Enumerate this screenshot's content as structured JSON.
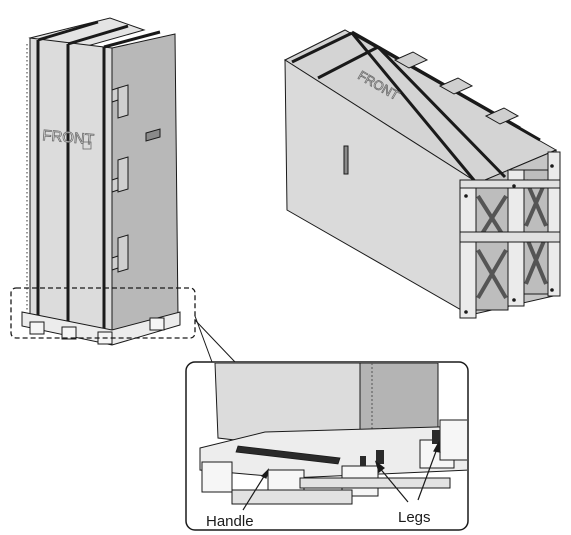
{
  "labels": {
    "front_upright": "FRONT",
    "front_lying": "FRONT",
    "handle": "Handle",
    "legs": "Legs"
  },
  "colors": {
    "line": "#1a1a1a",
    "panel_light": "#d9d9d9",
    "panel_mid": "#bdbdbd",
    "panel_dark": "#9a9a9a",
    "pallet": "#e6e6e6"
  }
}
